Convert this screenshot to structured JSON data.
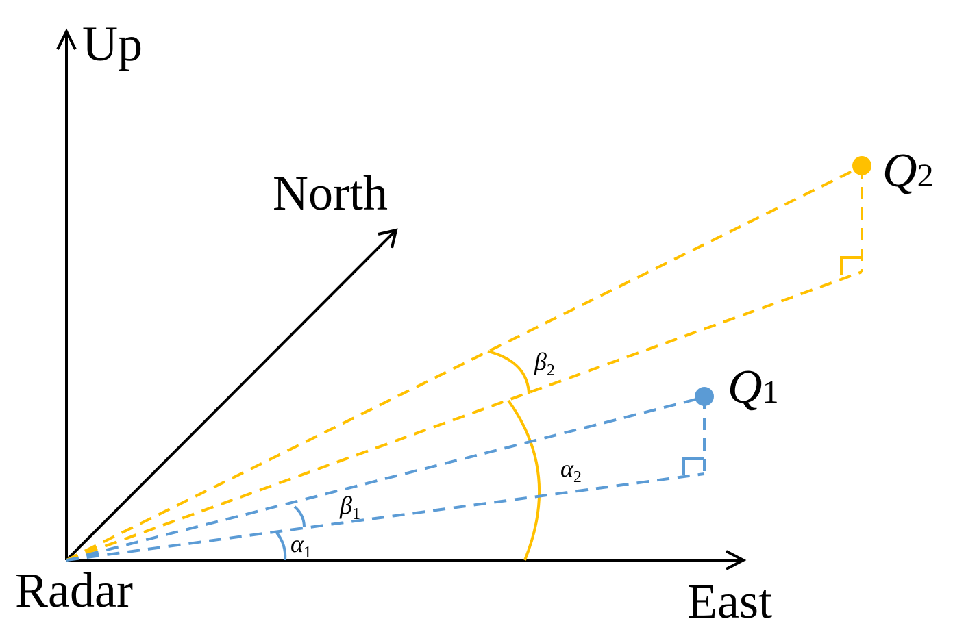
{
  "labels": {
    "up": "Up",
    "north": "North",
    "east": "East",
    "radar": "Radar",
    "q1_letter": "Q",
    "q1_sub": "1",
    "q2_letter": "Q",
    "q2_sub": "2",
    "alpha1_letter": "α",
    "alpha1_sub": "1",
    "alpha2_letter": "α",
    "alpha2_sub": "2",
    "beta1_letter": "β",
    "beta1_sub": "1",
    "beta2_letter": "β",
    "beta2_sub": "2"
  },
  "colors": {
    "axes": "#000000",
    "target_q1": "#5B9BD5",
    "target_q2": "#FFC000"
  }
}
